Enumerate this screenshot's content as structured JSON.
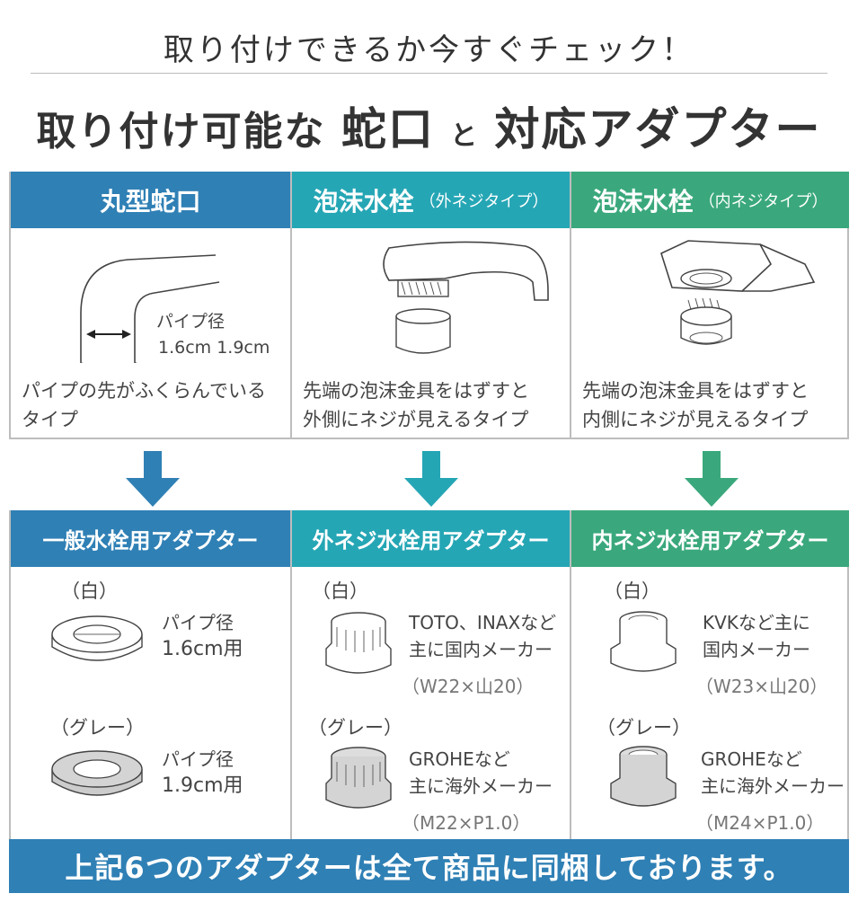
{
  "subtitle": "取り付けできるか今すぐチェック！",
  "title": {
    "part1": "取り付け可能な",
    "part2": "蛇口",
    "part3": "と",
    "part4": "対応アダプター"
  },
  "faucets": [
    {
      "name": "丸型蛇口",
      "sub": "",
      "pipe_label": "パイプ径",
      "pipe_sizes": "1.6cm  1.9cm",
      "desc1": "パイプの先がふくらんでいる",
      "desc2": "タイプ"
    },
    {
      "name": "泡沫水栓",
      "sub": "（外ネジタイプ）",
      "desc1": "先端の泡沫金具をはずすと",
      "desc2": "外側にネジが見えるタイプ"
    },
    {
      "name": "泡沫水栓",
      "sub": "（内ネジタイプ）",
      "desc1": "先端の泡沫金具をはずすと",
      "desc2": "内側にネジが見えるタイプ"
    }
  ],
  "adapters": [
    {
      "title": "一般水栓用アダプター",
      "items": [
        {
          "color": "（白）",
          "line1": "パイプ径",
          "line2": "1.6cm用",
          "spec": ""
        },
        {
          "color": "（グレー）",
          "line1": "パイプ径",
          "line2": "1.9cm用",
          "spec": ""
        }
      ]
    },
    {
      "title": "外ネジ水栓用アダプター",
      "items": [
        {
          "color": "（白）",
          "line1": "TOTO、INAXなど",
          "line2": "主に国内メーカー",
          "spec": "（W22×山20）"
        },
        {
          "color": "（グレー）",
          "line1": "GROHEなど",
          "line2": "主に海外メーカー",
          "spec": "（M22×P1.0）"
        }
      ]
    },
    {
      "title": "内ネジ水栓用アダプター",
      "items": [
        {
          "color": "（白）",
          "line1": "KVKなど主に",
          "line2": "国内メーカー",
          "spec": "（W23×山20）"
        },
        {
          "color": "（グレー）",
          "line1": "GROHEなど",
          "line2": "主に海外メーカー",
          "spec": "（M24×P1.0）"
        }
      ]
    }
  ],
  "banner": "上記6つのアダプターは全て商品に同梱しております。",
  "colors": {
    "blue": "#2f80b5",
    "teal": "#25a6b5",
    "green": "#3aa87c"
  }
}
